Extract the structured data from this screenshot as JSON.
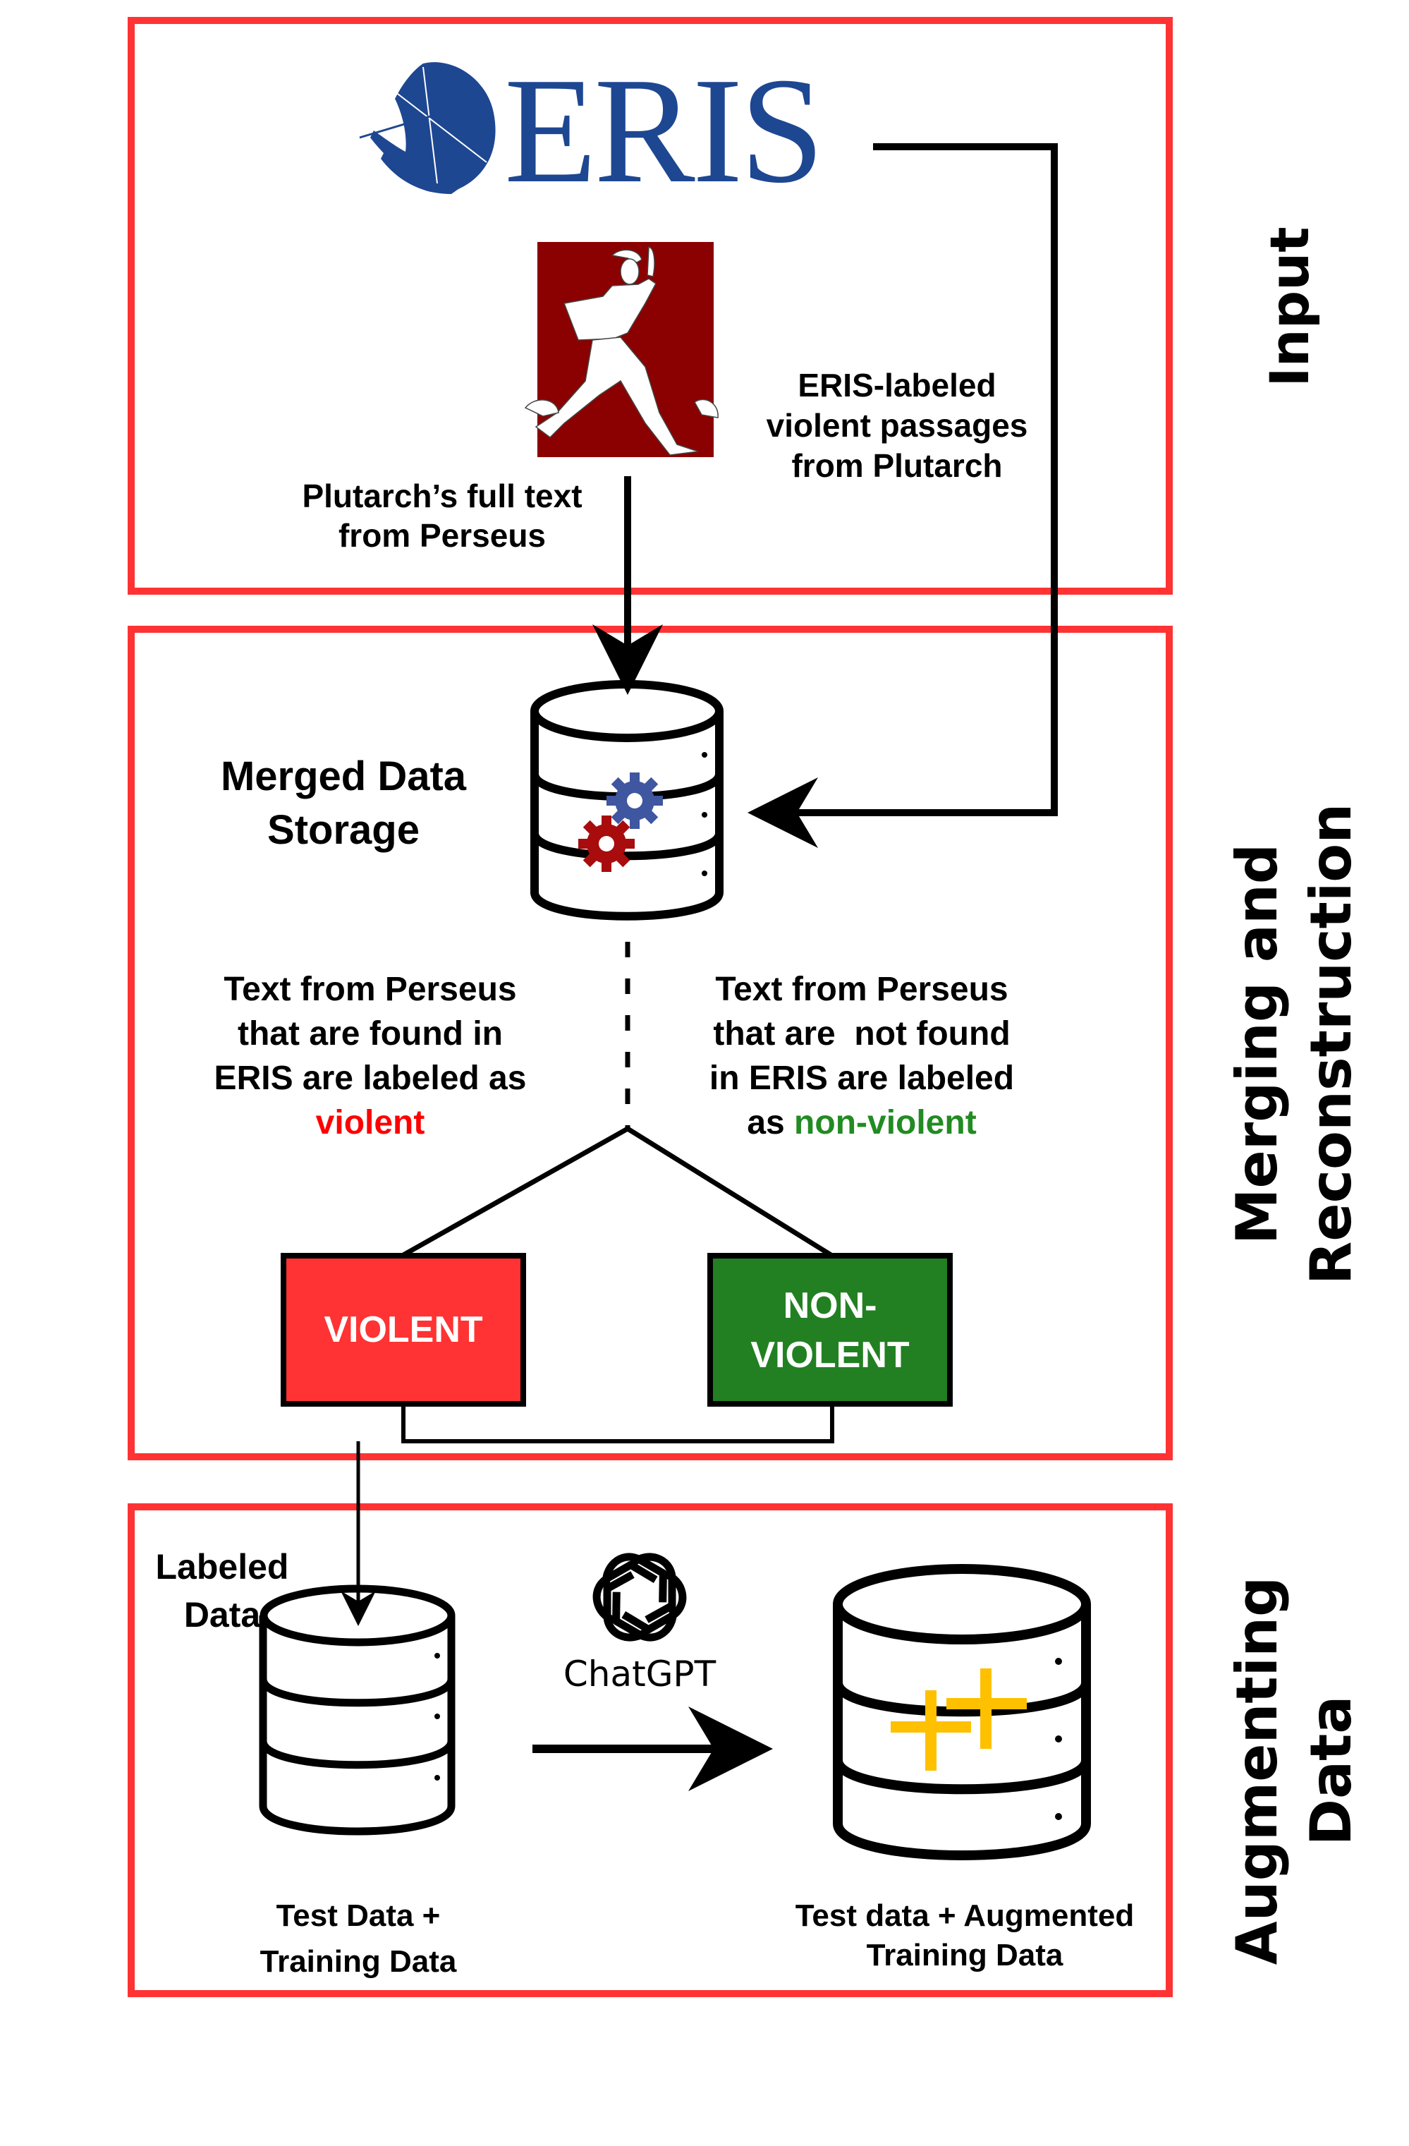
{
  "colors": {
    "section_border": "#ff3333",
    "eris_blue": "#1e4792",
    "violent_red": "#ff3333",
    "violent_text": "#ff0000",
    "nonviolent_green": "#228022",
    "nonviolent_text": "#228b22",
    "perseus_red": "#8b0000",
    "gear_blue": "#3f56a0",
    "gear_red": "#a80c0c",
    "plus_yellow": "#ffc000"
  },
  "sections": {
    "input": {
      "side_label": "Input",
      "eris_logo_text": "ERIS",
      "perseus_label": [
        "Plutarch’s full text",
        "from Perseus"
      ],
      "eris_label": [
        "ERIS-labeled",
        "violent passages",
        "from Plutarch"
      ]
    },
    "merging": {
      "side_label": [
        "Merging and",
        "Reconstruction"
      ],
      "storage_label": [
        "Merged Data",
        "Storage"
      ],
      "left_note": [
        "Text from Perseus",
        "that are found in",
        "ERIS are labeled as"
      ],
      "left_note_keyword": "violent",
      "right_note": [
        "Text from Perseus",
        "that are  not found",
        "in ERIS are labeled"
      ],
      "right_note_prefix": "as ",
      "right_note_keyword": "non-violent",
      "violent_box": "VIOLENT",
      "nonviolent_box": [
        "NON-",
        "VIOLENT"
      ]
    },
    "augmenting": {
      "side_label": [
        "Augmenting",
        "Data"
      ],
      "labeled_data": [
        "Labeled",
        "Data"
      ],
      "chatgpt_label": "ChatGPT",
      "left_db_label": [
        "Test Data +",
        "Training Data"
      ],
      "right_db_label": [
        "Test data + Augmented",
        "Training Data"
      ]
    }
  }
}
